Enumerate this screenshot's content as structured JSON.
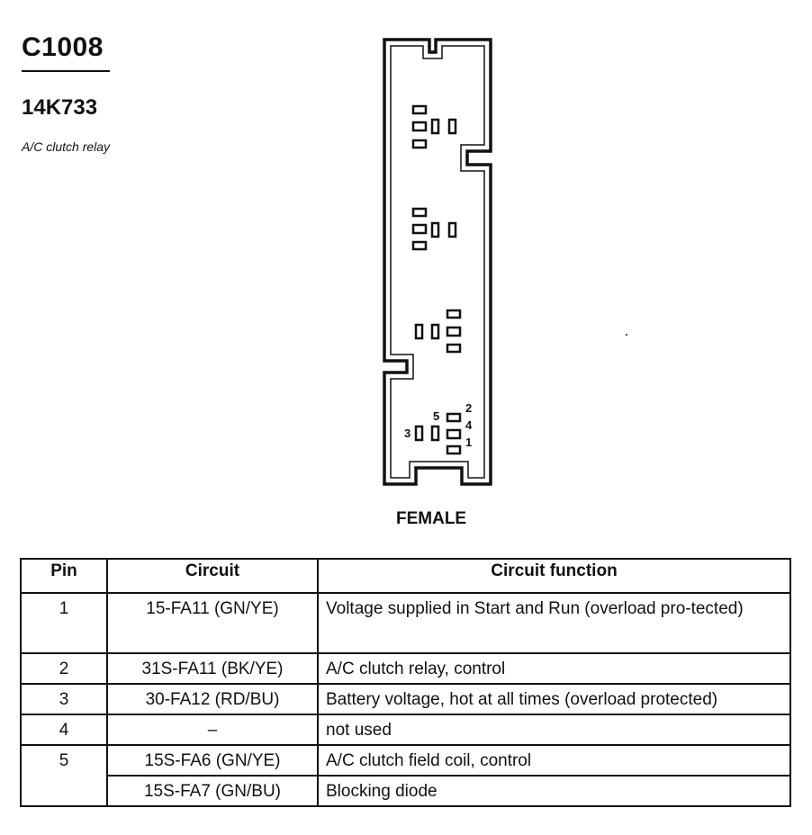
{
  "header": {
    "code": "C1008",
    "part_number": "14K733",
    "description": "A/C clutch relay"
  },
  "connector": {
    "gender_label": "FEMALE",
    "pin_labels": [
      "1",
      "2",
      "3",
      "4",
      "5"
    ]
  },
  "table": {
    "headers": [
      "Pin",
      "Circuit",
      "Circuit function"
    ],
    "rows": [
      {
        "pin": "1",
        "circuit": "15-FA11 (GN/YE)",
        "function": "Voltage supplied in Start and Run (overload pro-tected)"
      },
      {
        "pin": "2",
        "circuit": "31S-FA11 (BK/YE)",
        "function": "A/C clutch relay, control"
      },
      {
        "pin": "3",
        "circuit": "30-FA12 (RD/BU)",
        "function": "Battery voltage, hot at all times (overload protected)"
      },
      {
        "pin": "4",
        "circuit": "–",
        "function": "not used"
      },
      {
        "pin": "5",
        "circuit": "15S-FA6 (GN/YE)",
        "function": "A/C clutch field coil, control"
      },
      {
        "pin": "",
        "circuit": "15S-FA7 (GN/BU)",
        "function": "Blocking diode"
      }
    ]
  }
}
